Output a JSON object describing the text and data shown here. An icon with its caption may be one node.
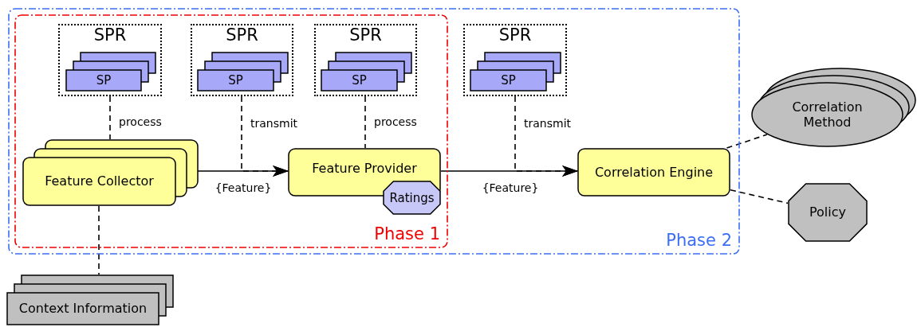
{
  "diagram": {
    "nodes": [
      {
        "text": [
          "Phase 2"
        ]
      },
      {
        "text": [
          "Phase 1"
        ],
        "in": 0
      },
      {
        "text": [
          "SPR"
        ],
        "in": 1
      },
      {
        "text": [
          "SP"
        ],
        "in": 2
      },
      {
        "text": [
          "SPR"
        ],
        "in": 1
      },
      {
        "text": [
          "SP"
        ],
        "in": 4
      },
      {
        "text": [
          "SPR"
        ],
        "in": 1
      },
      {
        "text": [
          "SP"
        ],
        "in": 6
      },
      {
        "text": [
          "Feature Collector"
        ],
        "in": 1
      },
      {
        "text": [
          "Feature Provider"
        ],
        "in": 1
      },
      {
        "text": [
          "Ratings"
        ],
        "in": 1
      },
      {
        "text": [
          "SPR"
        ],
        "in": 0
      },
      {
        "text": [
          "SP"
        ],
        "in": 11
      },
      {
        "text": [
          "Correlation Engine"
        ],
        "in": 0
      },
      {
        "text": [
          "Correlation Method"
        ]
      },
      {
        "text": [
          "Policy"
        ]
      },
      {
        "text": [
          "Context Information"
        ]
      }
    ],
    "edges": [
      {
        "from": 2,
        "to": 8,
        "arrow": "none",
        "label": "process",
        "style": "dashed"
      },
      {
        "from": 8,
        "to": 9,
        "arrow": "to",
        "label": "{Feature}"
      },
      {
        "from": 4,
        "to": 9,
        "arrow": "to",
        "label": "transmit",
        "style": "dashed"
      },
      {
        "from": 6,
        "to": 9,
        "arrow": "none",
        "label": "process",
        "style": "dashed"
      },
      {
        "from": 9,
        "to": 13,
        "arrow": "to",
        "label": "{Feature}"
      },
      {
        "from": 11,
        "to": 13,
        "arrow": "to",
        "label": "transmit",
        "style": "dashed"
      },
      {
        "from": 8,
        "to": 16,
        "arrow": "none",
        "style": "dashed"
      },
      {
        "from": 13,
        "to": 14,
        "arrow": "none",
        "style": "dashed"
      },
      {
        "from": 13,
        "to": 15,
        "arrow": "none",
        "style": "dashed"
      }
    ]
  }
}
